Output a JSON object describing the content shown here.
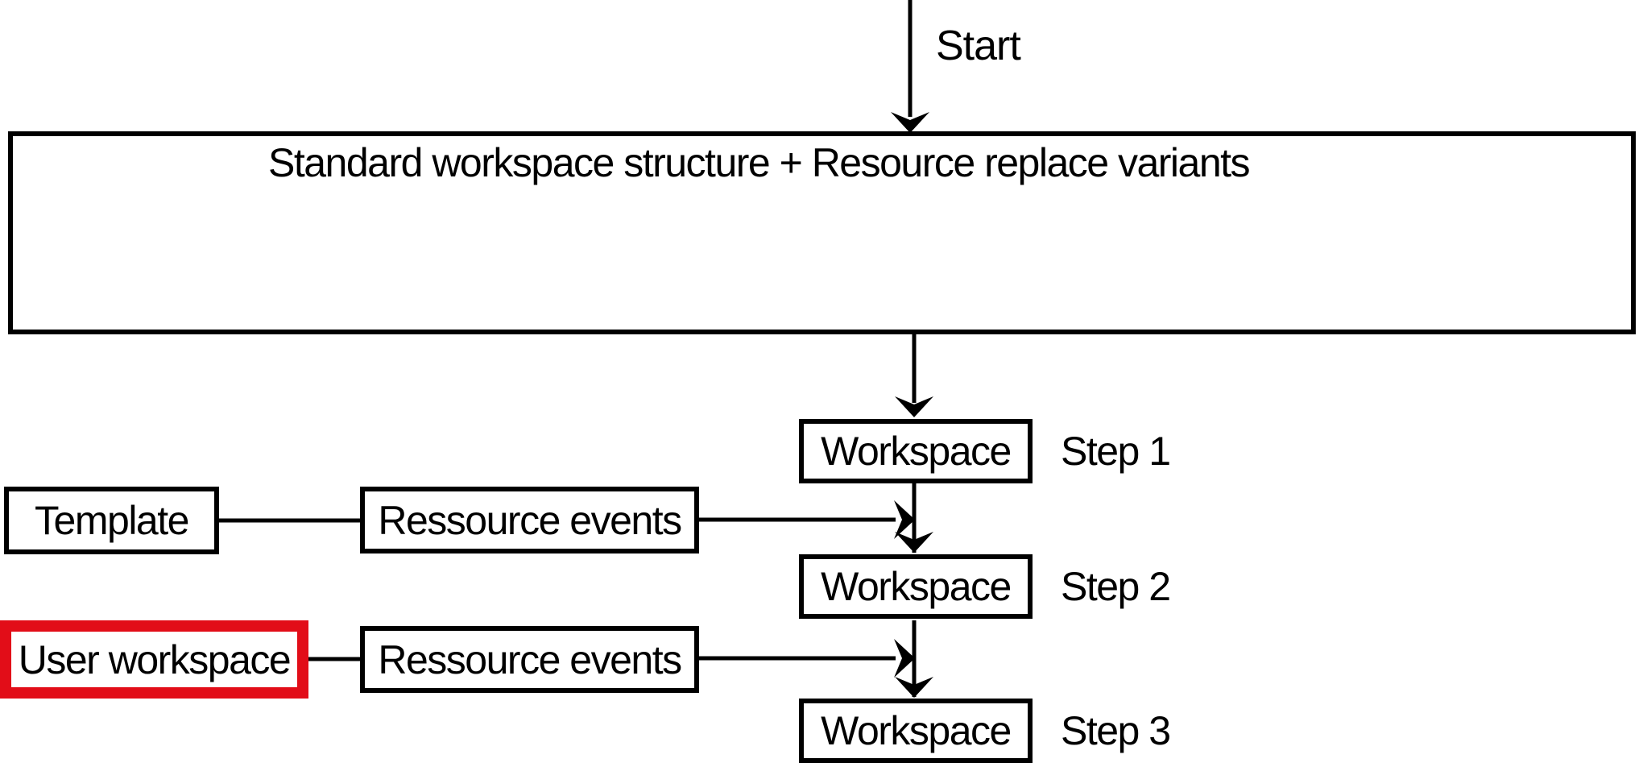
{
  "diagram": {
    "start_label": "Start",
    "main_box_title": "Standard workspace structure + Resource replace variants",
    "workspaces": [
      {
        "label": "Workspace",
        "step": "Step 1"
      },
      {
        "label": "Workspace",
        "step": "Step 2"
      },
      {
        "label": "Workspace",
        "step": "Step 3"
      }
    ],
    "template_label": "Template",
    "resource_boxes": [
      {
        "label": "Ressource events"
      },
      {
        "label": "Ressource events"
      }
    ],
    "user_workspace_label": "User workspace",
    "colors": {
      "line": "#000000",
      "highlight": "#e20d18",
      "background": "#ffffff",
      "text": "#000000"
    }
  }
}
